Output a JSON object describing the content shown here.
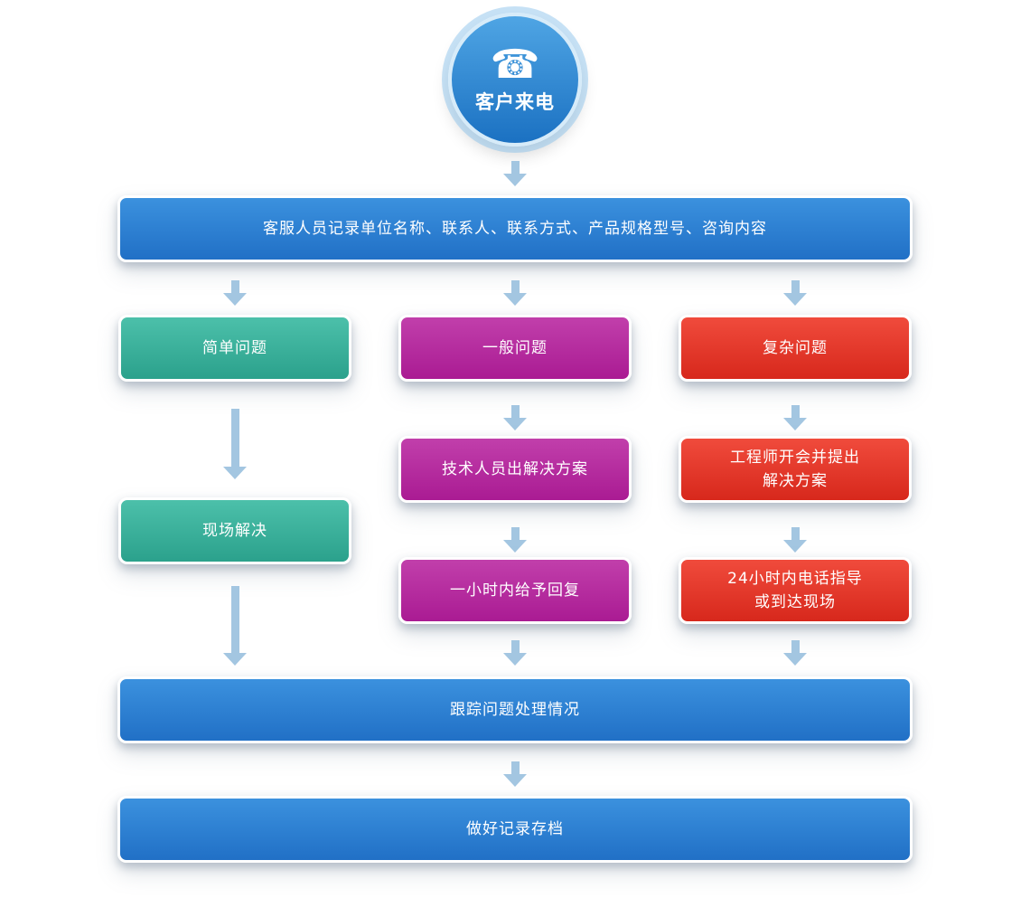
{
  "colors": {
    "blue": "#2f7fd3",
    "teal": "#3ab39c",
    "magenta": "#b32b9d",
    "red": "#e53b2c",
    "arrow": "#a3c6e1",
    "background": "#ffffff",
    "text": "#ffffff"
  },
  "icons": {
    "phone": "☎"
  },
  "nodes": {
    "start": {
      "label": "客户来电"
    },
    "record": {
      "label": "客服人员记录单位名称、联系人、联系方式、产品规格型号、咨询内容"
    },
    "simple": {
      "label": "简单问题"
    },
    "general": {
      "label": "一般问题"
    },
    "complex": {
      "label": "复杂问题"
    },
    "onsite": {
      "label": "现场解决"
    },
    "tech_plan": {
      "label": "技术人员出解决方案"
    },
    "reply_one_hour": {
      "label": "一小时内给予回复"
    },
    "engineer_meeting": {
      "label": "工程师开会并提出\n解决方案"
    },
    "phone_guidance": {
      "label": "24小时内电话指导\n或到达现场"
    },
    "track": {
      "label": "跟踪问题处理情况"
    },
    "archive": {
      "label": "做好记录存档"
    }
  }
}
